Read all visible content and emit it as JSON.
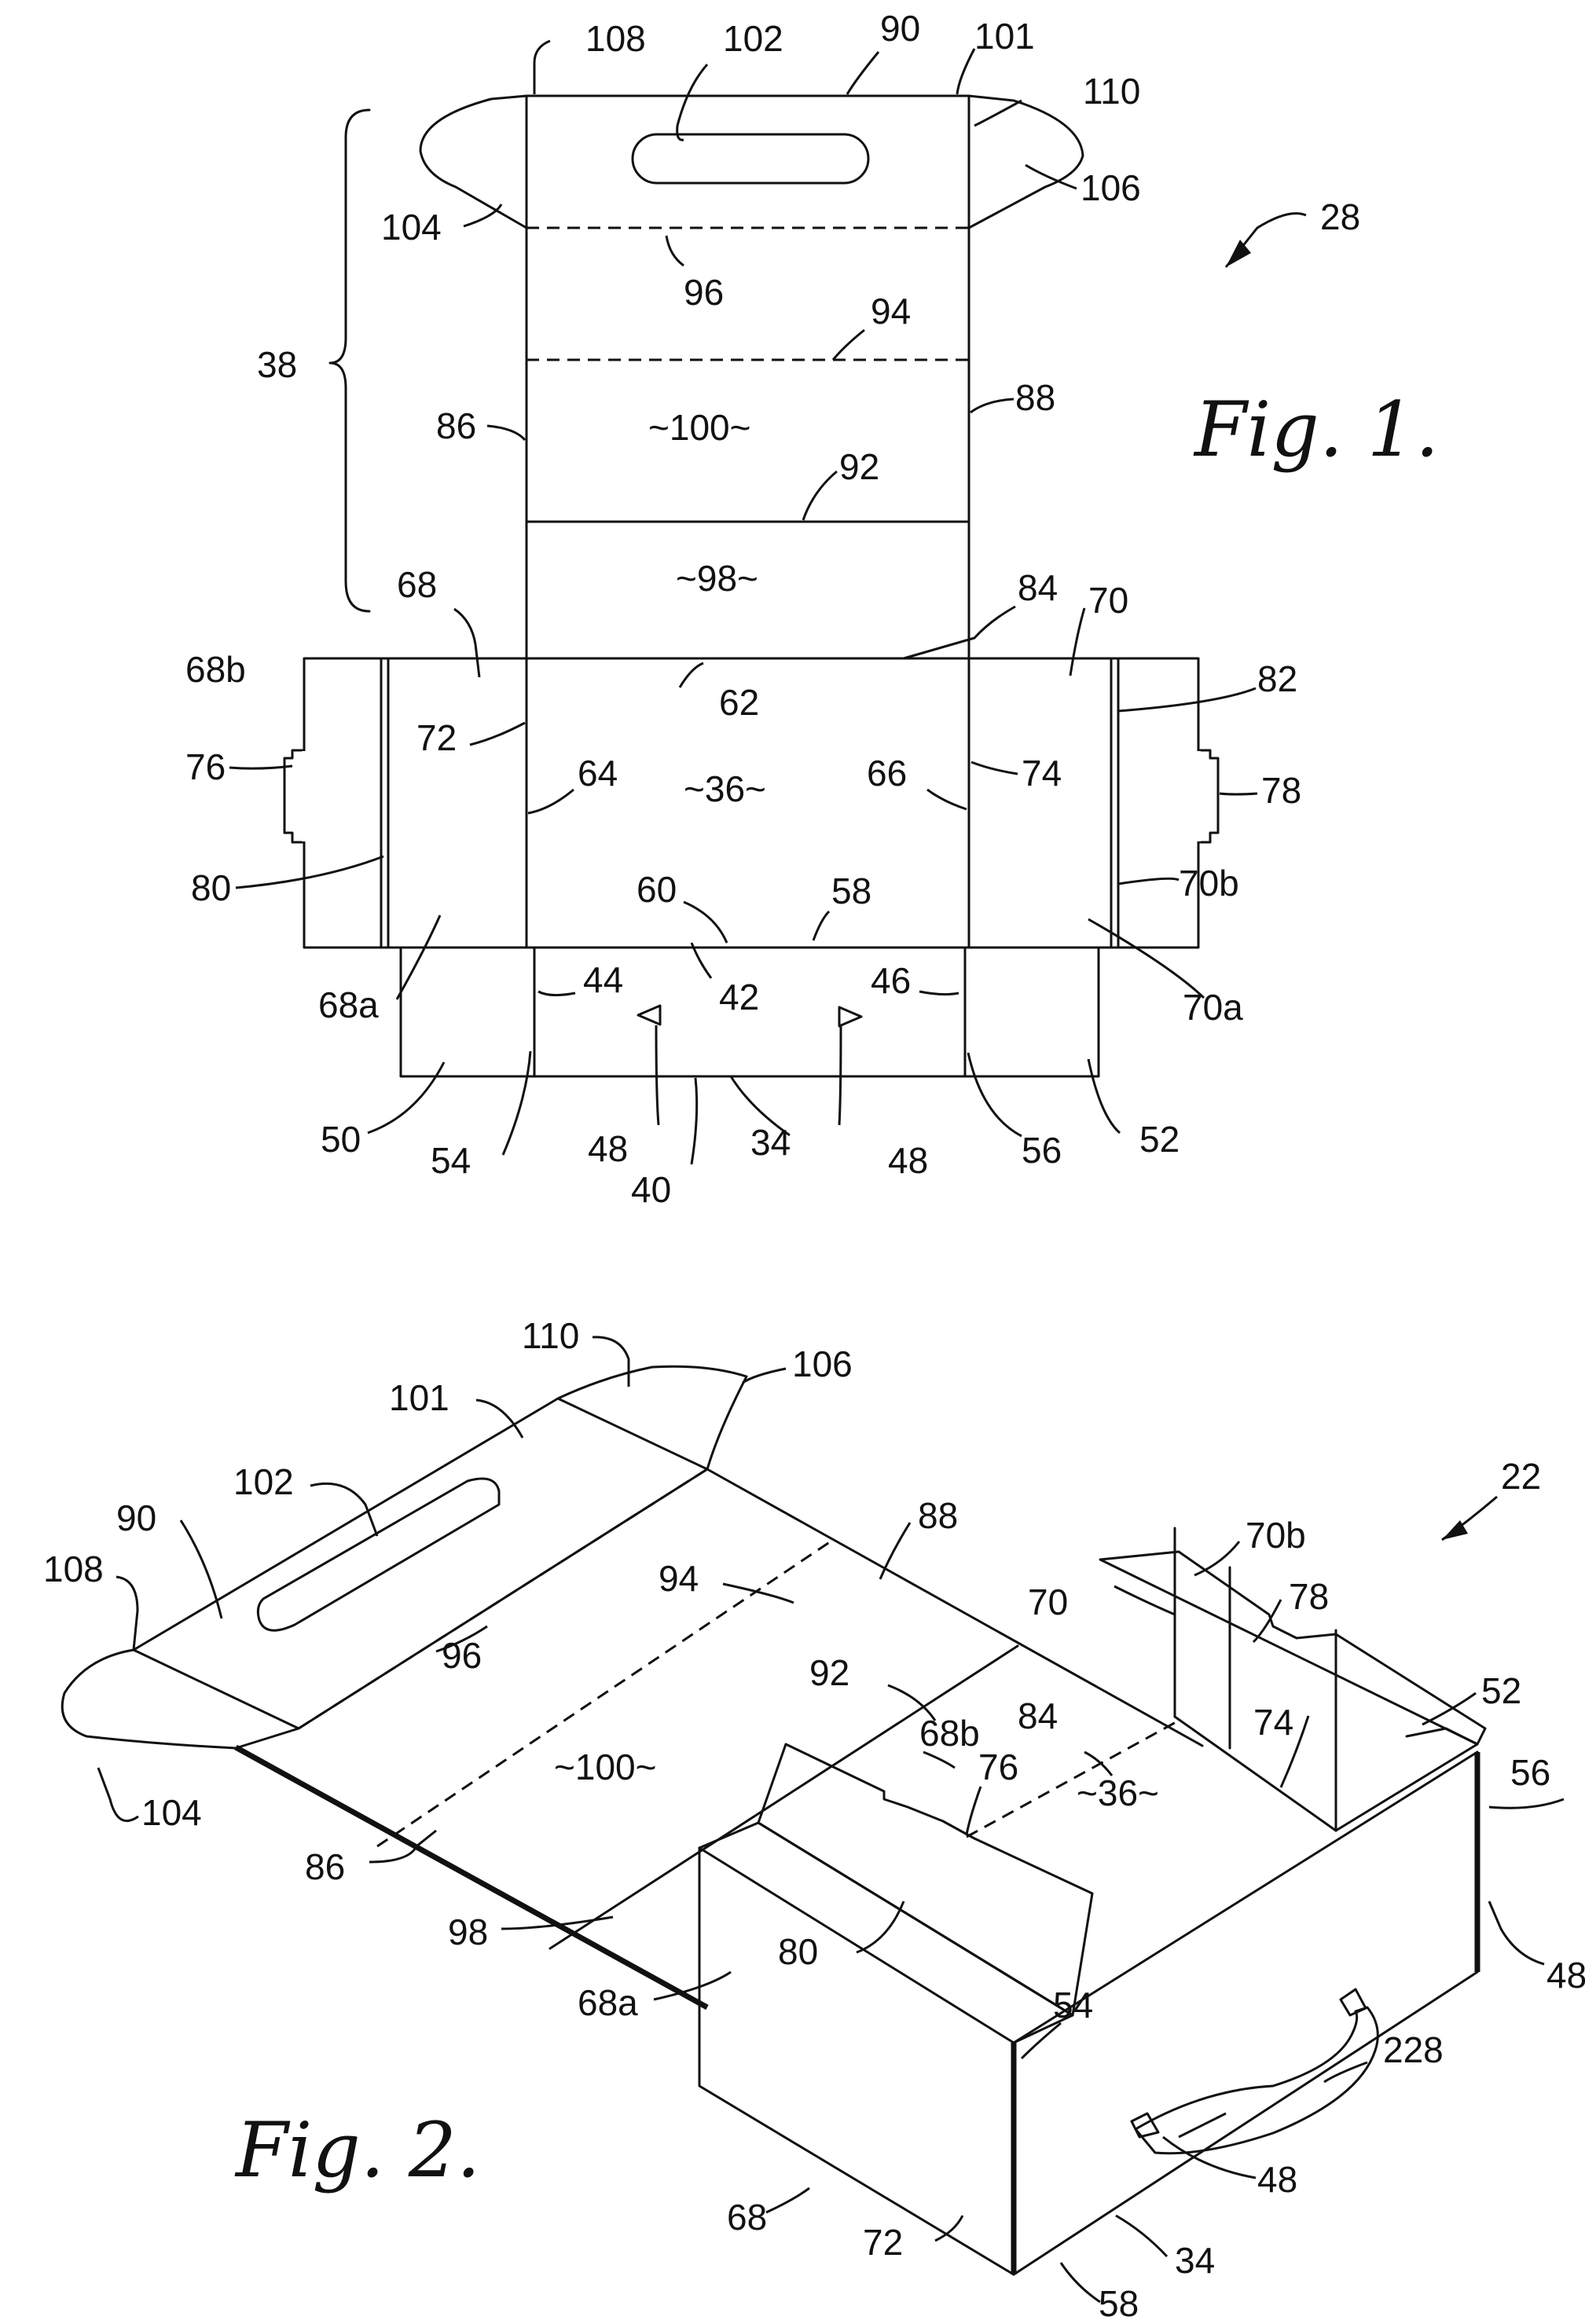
{
  "figures": [
    {
      "id": "fig1",
      "caption": "Fig. 1."
    },
    {
      "id": "fig2",
      "caption": "Fig. 2."
    }
  ],
  "fig1_labels": {
    "r108": "108",
    "r102": "102",
    "r90": "90",
    "r101": "101",
    "r110": "110",
    "r104": "104",
    "r106": "106",
    "r28": "28",
    "r96": "96",
    "r94": "94",
    "r38": "38",
    "r86": "86",
    "r88": "88",
    "r100": "~100~",
    "r92": "92",
    "r98": "~98~",
    "r68": "68",
    "r84": "84",
    "r70": "70",
    "r68b": "68b",
    "r62": "62",
    "r82": "82",
    "r72": "72",
    "r76": "76",
    "r64": "64",
    "r36": "~36~",
    "r66": "66",
    "r74": "74",
    "r78": "78",
    "r80": "80",
    "r60": "60",
    "r58": "58",
    "r70b": "70b",
    "r44": "44",
    "r42": "42",
    "r46": "46",
    "r68a": "68a",
    "r70a": "70a",
    "r50": "50",
    "r54": "54",
    "r48a": "48",
    "r34": "34",
    "r48b": "48",
    "r56": "56",
    "r52": "52",
    "r40": "40"
  },
  "fig2_labels": {
    "r110": "110",
    "r106": "106",
    "r101": "101",
    "r102": "102",
    "r90": "90",
    "r22": "22",
    "r88": "88",
    "r108": "108",
    "r94": "94",
    "r70b": "70b",
    "r96": "96",
    "r70": "70",
    "r78": "78",
    "r92": "92",
    "r68b": "68b",
    "r84": "84",
    "r52": "52",
    "r76": "76",
    "r100": "~100~",
    "r36": "~36~",
    "r104": "104",
    "r56": "56",
    "r86": "86",
    "r74": "74",
    "r98": "98",
    "r80": "80",
    "r48a": "48",
    "r68a": "68a",
    "r54": "54",
    "r228": "228",
    "r48b": "48",
    "r68": "68",
    "r72": "72",
    "r34": "34",
    "r58": "58"
  }
}
